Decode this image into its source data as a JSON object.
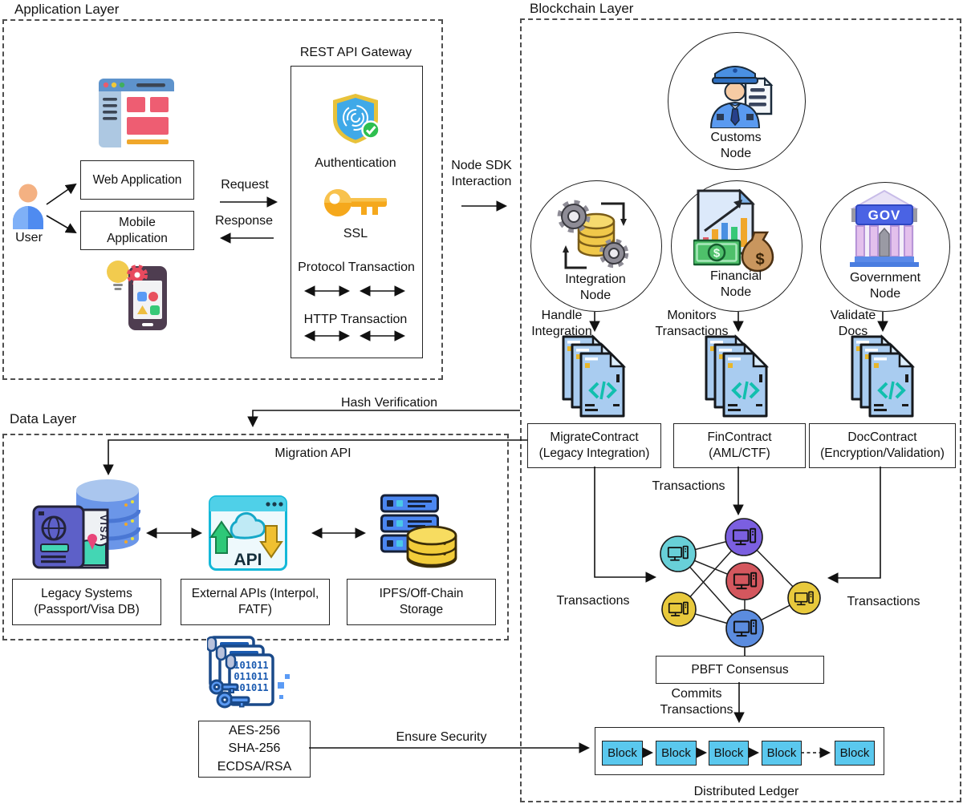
{
  "titles": {
    "application_layer": "Application Layer",
    "blockchain_layer": "Blockchain Layer",
    "data_layer": "Data Layer"
  },
  "application": {
    "user": "User",
    "web_application": "Web Application",
    "mobile_application": "Mobile\nApplication",
    "request": "Request",
    "response": "Response",
    "node_sdk": "Node SDK\nInteraction",
    "gateway": {
      "title": "REST API Gateway",
      "authentication": "Authentication",
      "ssl": "SSL",
      "protocol_transaction": "Protocol Transaction",
      "http_transaction": "HTTP Transaction"
    }
  },
  "blockchain": {
    "customs_node": "Customs\nNode",
    "integration_node": "Integration\nNode",
    "financial_node": "Financial\nNode",
    "government_node": "Government\nNode",
    "handle_integration": "Handle\nIntegration",
    "monitors_transactions": "Monitors\nTransactions",
    "validate_docs": "Validate\nDocs",
    "migrate_contract": "MigrateContract\n(Legacy Integration)",
    "fin_contract": "FinContract\n(AML/CTF)",
    "doc_contract": "DocContract\n(Encryption/Validation)",
    "transactions_fin": "Transactions",
    "transactions_migrate": "Transactions",
    "transactions_doc": "Transactions",
    "pbft_consensus": "PBFT Consensus",
    "commits_transactions": "Commits\nTransactions",
    "distributed_ledger": "Distributed Ledger",
    "blocks": [
      "Block",
      "Block",
      "Block",
      "Block",
      "Block"
    ]
  },
  "data": {
    "hash_verification": "Hash Verification",
    "migration_api": "Migration API",
    "legacy_systems": "Legacy Systems\n(Passport/Visa DB)",
    "external_apis": "External APIs (Interpol,\nFATF)",
    "ipfs_storage": "IPFS/Off-Chain\nStorage"
  },
  "security": {
    "algorithms": "AES-256\nSHA-256\nECDSA/RSA",
    "ensure_security": "Ensure Security"
  },
  "icon_text": {
    "gov": "GOV",
    "api": "API",
    "visa": "VISA",
    "dollar": "$",
    "binary_line1": "101011",
    "binary_line2": "011011",
    "binary_line3": "101011"
  },
  "colors": {
    "node_cyan": "#68d0d8",
    "node_purple": "#7b5fe0",
    "node_red": "#d4575e",
    "node_yellow": "#e8c93c",
    "node_blue": "#5b8cdf",
    "block_fill": "#5ac8ee"
  }
}
